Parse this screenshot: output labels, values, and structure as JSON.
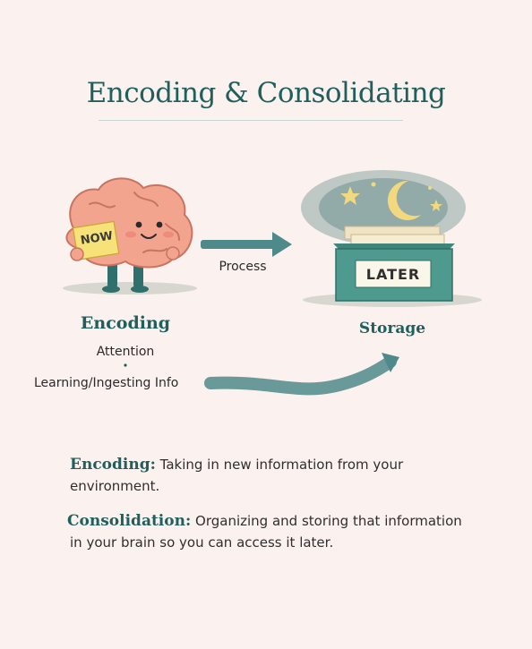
{
  "title": "Encoding & Consolidating",
  "brain_sign": "NOW",
  "box_label": "LATER",
  "process_label": "Process",
  "encoding": {
    "heading": "Encoding",
    "sub1": "Attention",
    "sub2": "Learning/Ingesting Info"
  },
  "storage": {
    "heading": "Storage"
  },
  "definitions": [
    {
      "term": "Encoding:",
      "text_l1": "Taking in new information from your",
      "text_l2": "environment."
    },
    {
      "term": "Consolidation:",
      "text_l1": "Organizing and storing that information",
      "text_l2": "in your brain so you can access it later."
    }
  ],
  "colors": {
    "teal": "#1f5f5c",
    "arrow": "#4f8a8a",
    "brain": "#f2a48e",
    "box": "#4f9a8f",
    "background": "#fbf1ee"
  }
}
